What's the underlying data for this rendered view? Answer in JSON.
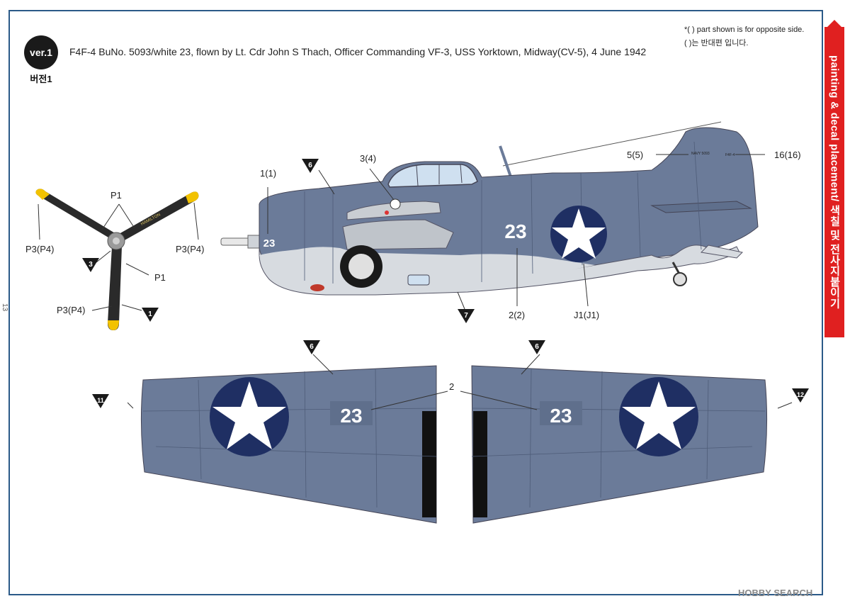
{
  "version": {
    "badge": "ver.1",
    "korean": "버전1"
  },
  "title": "F4F-4 BuNo. 5093/white 23, flown by Lt. Cdr John S Thach, Officer Commanding VF-3, USS Yorktown, Midway(CV-5), 4 June 1942",
  "notes": {
    "english": "*(    ) part shown is for opposite side.",
    "korean": "(    )는 반대편 입니다."
  },
  "side_tab": "painting & decal placement/ 색칠 및 전사지붙이기",
  "page_number": "13",
  "watermark": "HOBBY SEARCH",
  "colors": {
    "navy_grey": "#6b7b99",
    "light_grey": "#d7dbe0",
    "insignia_blue": "#1f2f63",
    "tab_red": "#e02020",
    "frame_blue": "#2b5a88",
    "prop_tip_yellow": "#f2c200"
  },
  "propeller": {
    "labels": {
      "p1_top": "P1",
      "p1_right": "P1",
      "p3_left": "P3(P4)",
      "p3_right": "P3(P4)",
      "p3_bottom": "P3(P4)"
    },
    "markers": {
      "m3": "3",
      "m1": "1"
    }
  },
  "fuselage": {
    "labels": {
      "l1": "1(1)",
      "l3": "3(4)",
      "l5": "5(5)",
      "l16": "16(16)",
      "l2": "2(2)",
      "lj1": "J1(J1)"
    },
    "markers": {
      "m6": "6",
      "m7": "7"
    },
    "nose_number": "23",
    "side_number": "23",
    "tail_text": "NAVY 5093",
    "fin_text": "F4F-4"
  },
  "wings": {
    "label_2": "2",
    "markers": {
      "left_tip": "11",
      "left_6": "6",
      "right_6": "6",
      "right_tip": "12"
    },
    "left_number": "23",
    "right_number": "23"
  }
}
